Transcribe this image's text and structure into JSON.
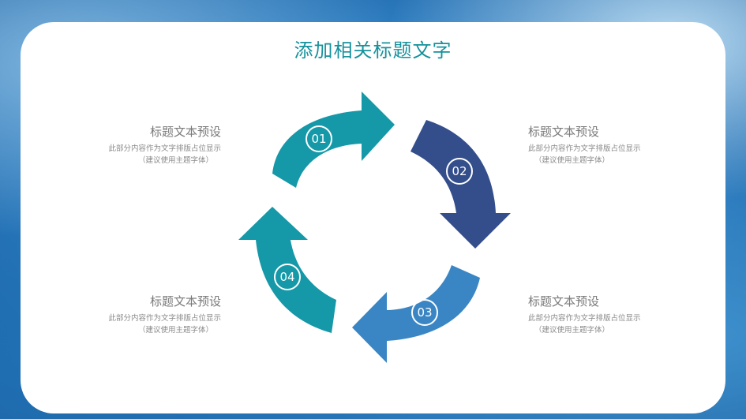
{
  "title": "添加相关标题文字",
  "steps": [
    {
      "number": "01",
      "color": "#1598a8"
    },
    {
      "number": "02",
      "color": "#344e8b"
    },
    {
      "number": "03",
      "color": "#3a86c4"
    },
    {
      "number": "04",
      "color": "#1598a8"
    }
  ],
  "blocks": [
    {
      "heading": "标题文本预设",
      "desc1": "此部分内容作为文字排版占位显示",
      "desc2": "（建议使用主题字体）"
    },
    {
      "heading": "标题文本预设",
      "desc1": "此部分内容作为文字排版占位显示",
      "desc2": "（建议使用主题字体）"
    },
    {
      "heading": "标题文本预设",
      "desc1": "此部分内容作为文字排版占位显示",
      "desc2": "（建议使用主题字体）"
    },
    {
      "heading": "标题文本预设",
      "desc1": "此部分内容作为文字排版占位显示",
      "desc2": "（建议使用主题字体）"
    }
  ]
}
